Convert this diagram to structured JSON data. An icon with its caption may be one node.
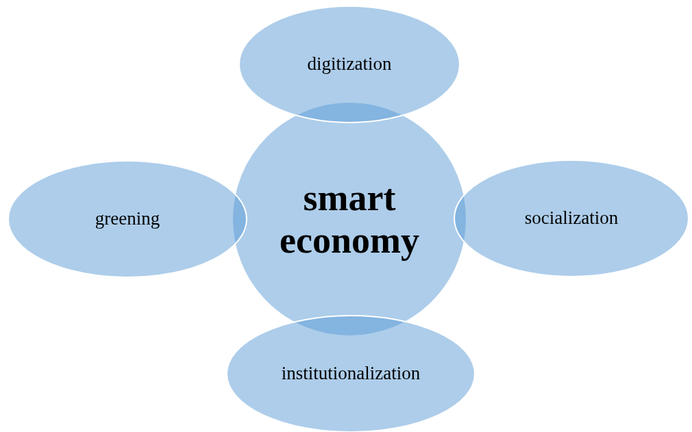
{
  "diagram": {
    "nodes": [
      {
        "text": [
          "smart economy"
        ]
      },
      {
        "text": [
          "digitization"
        ]
      },
      {
        "text": [
          "greening"
        ]
      },
      {
        "text": [
          "socialization"
        ]
      },
      {
        "text": [
          "institutionalization"
        ]
      }
    ]
  }
}
